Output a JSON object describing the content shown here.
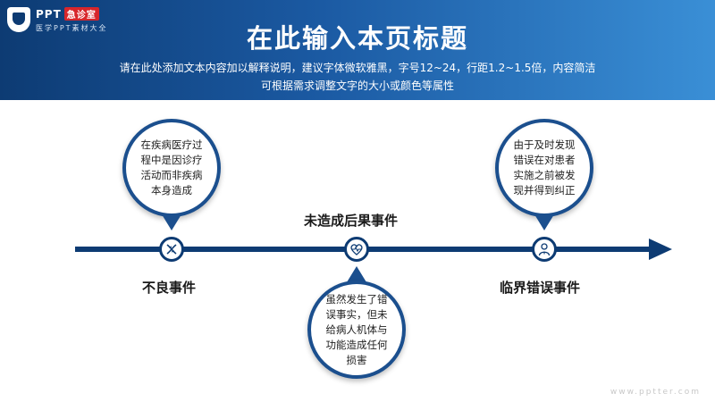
{
  "header": {
    "logo_main": "PPT",
    "logo_tag": "急诊室",
    "logo_sub": "医学PPT素材大全",
    "title": "在此输入本页标题",
    "subtitle_line1": "请在此处添加文本内容加以解释说明，建议字体微软雅黑，字号12~24，行距1.2~1.5倍，内容简洁",
    "subtitle_line2": "可根据需求调整文字的大小或颜色等属性"
  },
  "timeline": {
    "nodes": [
      {
        "label": "不良事件",
        "icon": "dna-icon",
        "bubble_text": "在疾病医疗过程中是因诊疗活动而非疾病本身造成"
      },
      {
        "label": "未造成后果事件",
        "icon": "heartbeat-icon",
        "bubble_text": "虽然发生了错误事实，但未给病人机体与功能造成任何损害"
      },
      {
        "label": "临界错误事件",
        "icon": "doctor-icon",
        "bubble_text": "由于及时发现错误在对患者实施之前被发现并得到纠正"
      }
    ]
  },
  "watermark": "www.pptter.com",
  "colors": {
    "primary": "#0d3b73",
    "accent": "#3a8fd6",
    "bubble_border": "#1b4f8e"
  }
}
